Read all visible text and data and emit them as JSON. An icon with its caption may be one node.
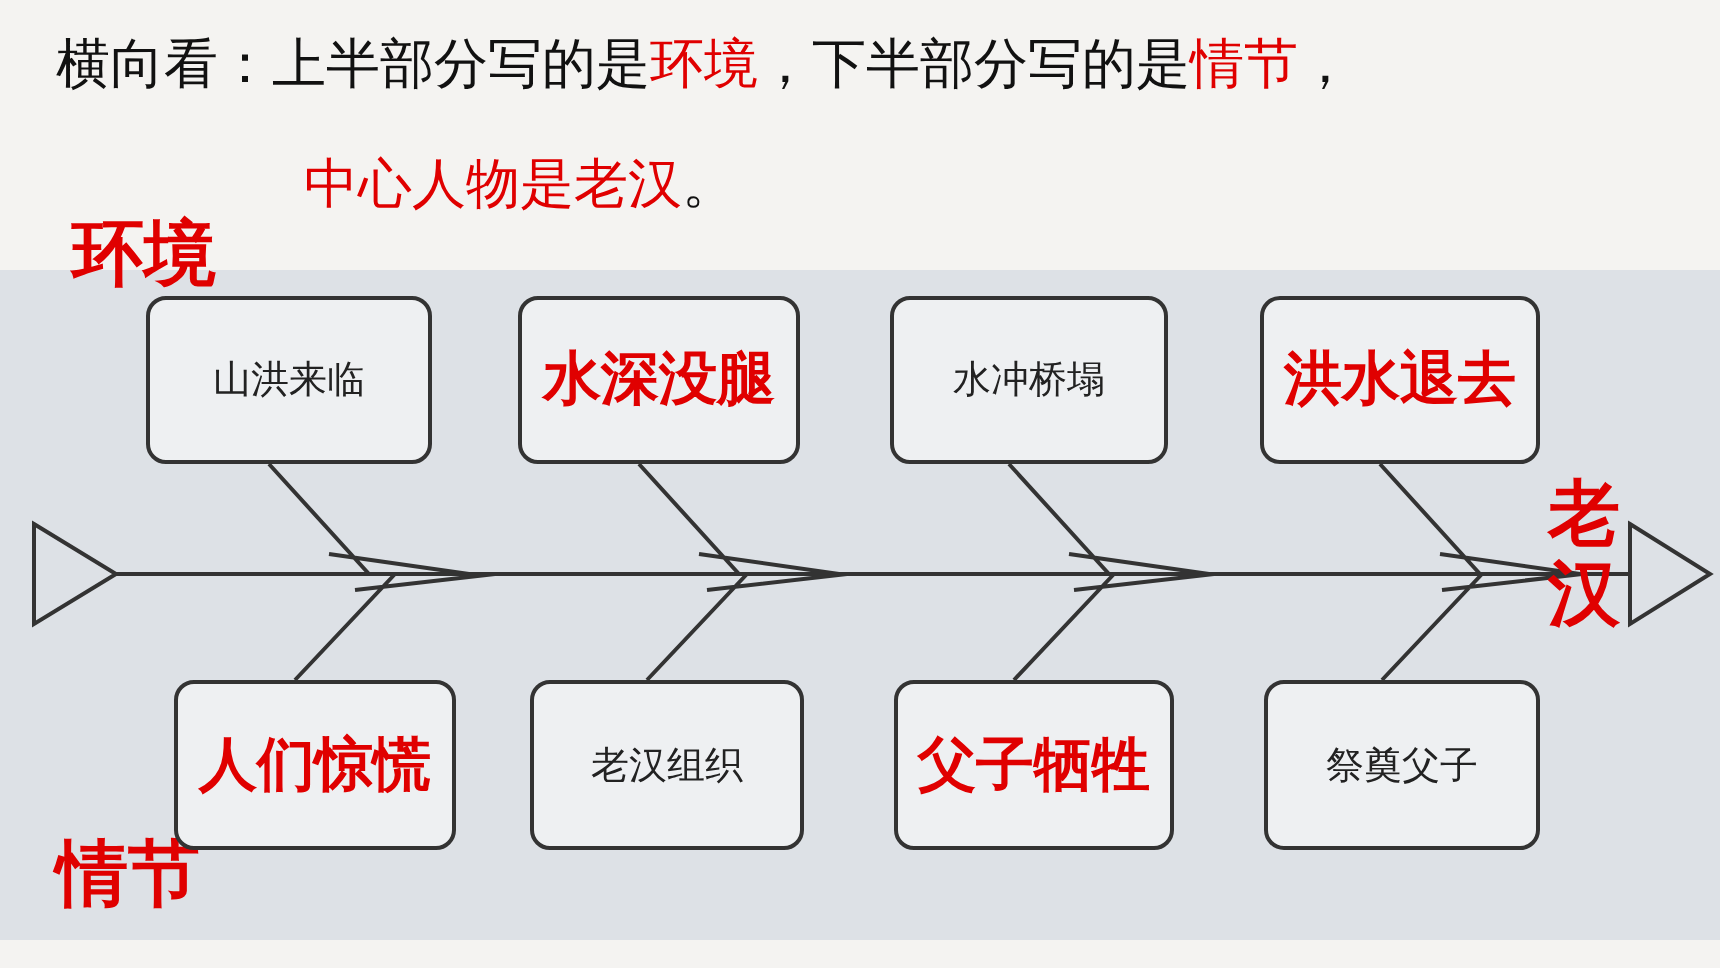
{
  "diagram": {
    "title": "横向看：上半部分写的是**环境**，下半部分写的是**情节**，",
    "nodes": [
      {
        "text": [
          "山洪来临"
        ]
      },
      {
        "text": [
          "水深没腿"
        ]
      },
      {
        "text": [
          "水冲桥塌"
        ]
      },
      {
        "text": [
          "洪水退去"
        ]
      },
      {
        "text": [
          "人们惊慌"
        ]
      },
      {
        "text": [
          "老汉组织"
        ]
      },
      {
        "text": [
          "父子牺牲"
        ]
      },
      {
        "text": [
          "祭奠父子"
        ]
      }
    ],
    "labels": [
      "**中心人物是老汉**。",
      "环境",
      "老汉",
      "情节"
    ]
  }
}
